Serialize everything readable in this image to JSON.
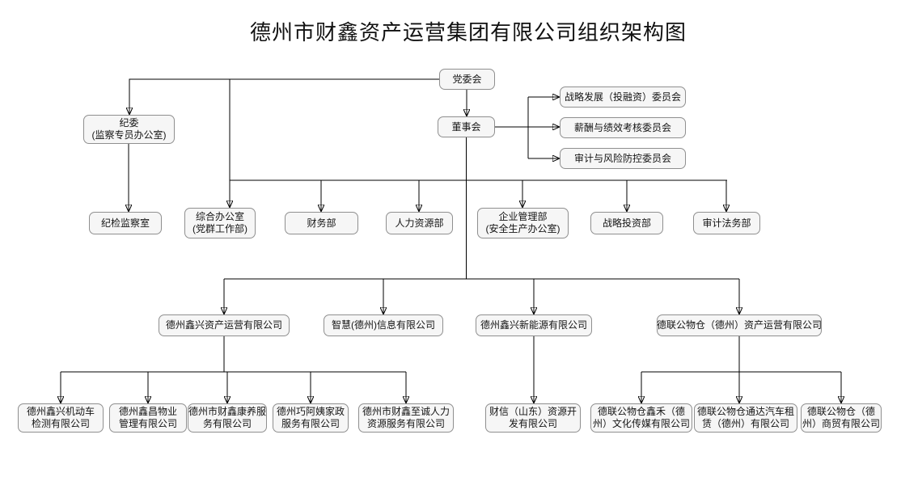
{
  "title": "德州市财鑫资产运营集团有限公司组织架构图",
  "colors": {
    "box_fill": "#f6f6f6",
    "box_border": "#8f8f8f",
    "connector": "#000000"
  },
  "nodes": {
    "party_committee": {
      "l1": "党委会"
    },
    "board": {
      "l1": "董事会"
    },
    "discipline_committee": {
      "l1": "纪委",
      "l2": "(监察专员办公室)"
    },
    "committees": [
      {
        "l1": "战略发展（投融资）委员会"
      },
      {
        "l1": "薪酬与绩效考核委员会"
      },
      {
        "l1": "审计与风险防控委员会"
      }
    ],
    "departments": [
      {
        "l1": "纪检监察室"
      },
      {
        "l1": "综合办公室",
        "l2": "(党群工作部)"
      },
      {
        "l1": "财务部"
      },
      {
        "l1": "人力资源部"
      },
      {
        "l1": "企业管理部",
        "l2": "(安全生产办公室)"
      },
      {
        "l1": "战略投资部"
      },
      {
        "l1": "审计法务部"
      }
    ],
    "subsidiaries": [
      {
        "l1": "德州鑫兴资产运营有限公司"
      },
      {
        "l1": "智慧(德州)信息有限公司"
      },
      {
        "l1": "德州鑫兴新能源有限公司"
      },
      {
        "l1": "德联公物仓（德州）资产运营有限公司"
      }
    ],
    "sub_companies": [
      {
        "l1": "德州鑫兴机动车",
        "l2": "检测有限公司"
      },
      {
        "l1": "德州鑫昌物业",
        "l2": "管理有限公司"
      },
      {
        "l1": "德州市财鑫康养服",
        "l2": "务有限公司"
      },
      {
        "l1": "德州巧阿姨家政",
        "l2": "服务有限公司"
      },
      {
        "l1": "德州市财鑫至诚人力",
        "l2": "资源服务有限公司"
      },
      {
        "l1": "财信（山东）资源开",
        "l2": "发有限公司"
      },
      {
        "l1": "德联公物仓鑫禾（德",
        "l2": "州）文化传媒有限公司"
      },
      {
        "l1": "德联公物仓通达汽车租",
        "l2": "赁（德州）有限公司"
      },
      {
        "l1": "德联公物仓（德",
        "l2": "州）商贸有限公司"
      }
    ]
  }
}
